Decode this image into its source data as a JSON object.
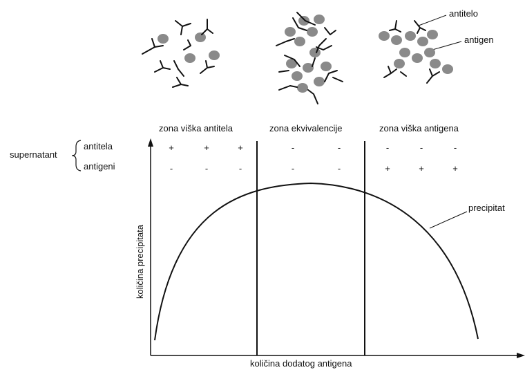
{
  "labels": {
    "antitelo": "antitelo",
    "antigen": "antigen",
    "precipitat": "precipitat",
    "supernatant": "supernatant",
    "antitela": "antitela",
    "antigeni": "antigeni"
  },
  "zones": [
    {
      "label": "zona viška antitela",
      "antitela_signs": [
        "+",
        "+",
        "+"
      ],
      "antigeni_signs": [
        "-",
        "-",
        "-"
      ]
    },
    {
      "label": "zona ekvivalencije",
      "antitela_signs": [
        "-",
        "-"
      ],
      "antigeni_signs": [
        "-",
        "-"
      ]
    },
    {
      "label": "zona viška antigena",
      "antitela_signs": [
        "-",
        "-",
        "-"
      ],
      "antigeni_signs": [
        "+",
        "+",
        "+"
      ]
    }
  ],
  "axes": {
    "x_label": "količina dodatog antigena",
    "y_label": "količina precipitata"
  },
  "colors": {
    "antigen_fill": "#8a8a8a",
    "line": "#111111"
  }
}
